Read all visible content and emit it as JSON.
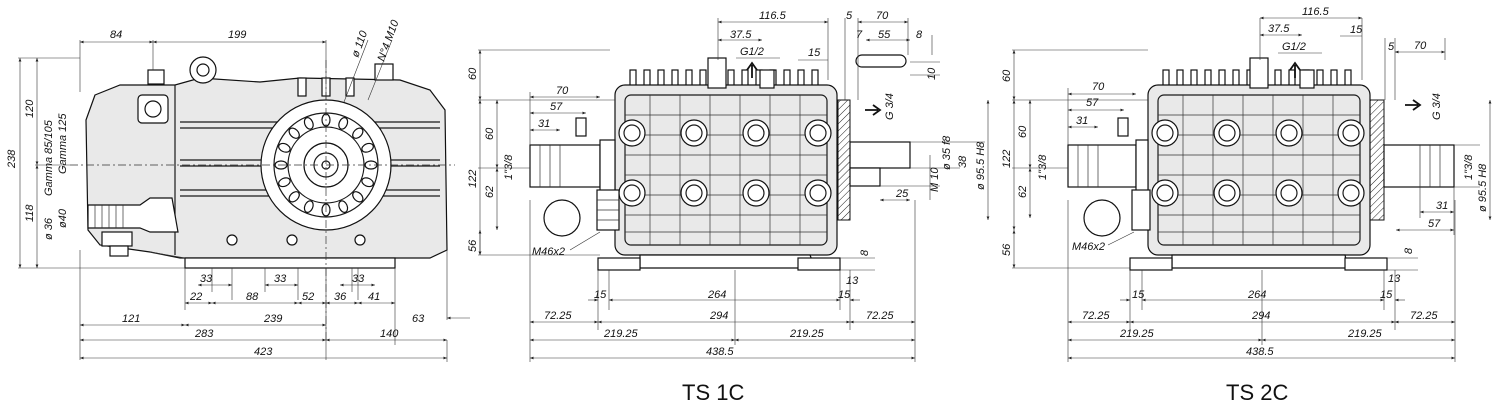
{
  "captions": {
    "ts1c": "TS 1C",
    "ts2c": "TS 2C"
  },
  "side_view": {
    "labels": {
      "d84": "84",
      "d199": "199",
      "dia110": "ø 110",
      "n4m10": "N°4 M10",
      "d238": "238",
      "d120": "120",
      "d118": "118",
      "gamma85": "Gamma 85/105",
      "gamma125": "Gamma 125",
      "dia36": "ø 36",
      "dia40": "ø40",
      "d33a": "33",
      "d33b": "33",
      "d33c": "33",
      "d22": "22",
      "d88": "88",
      "d52": "52",
      "d36": "36",
      "d41": "41",
      "d121": "121",
      "d239": "239",
      "d63": "63",
      "d283": "283",
      "d140": "140",
      "d423": "423"
    }
  },
  "ts1c": {
    "labels": {
      "d116_5": "116.5",
      "d5": "5",
      "d70": "70",
      "d37_5": "37.5",
      "d7": "7",
      "d55": "55",
      "d8": "8",
      "g12": "G1/2",
      "d15": "15",
      "d10": "10",
      "d60a": "60",
      "d70b": "70",
      "d57": "57",
      "d60b": "60",
      "d31": "31",
      "d122": "122",
      "d1_8": "1\"3/8",
      "d62": "62",
      "d56": "56",
      "g34": "G 3/4",
      "dia35": "ø 35 f8",
      "d38": "38",
      "m10": "M 10",
      "dia95": "ø 95.5 H8",
      "d25": "25",
      "m46": "M46x2",
      "d8b": "8",
      "d13": "13",
      "d15a": "15",
      "d264": "264",
      "d15b": "15",
      "d72a": "72.25",
      "d294": "294",
      "d72b": "72.25",
      "d219a": "219.25",
      "d219b": "219.25",
      "d438": "438.5"
    }
  },
  "ts2c": {
    "labels": {
      "d116_5": "116.5",
      "d37_5": "37.5",
      "g12": "G1/2",
      "d15": "15",
      "d5": "5",
      "d70": "70",
      "d60a": "60",
      "d70b": "70",
      "d57": "57",
      "d60b": "60",
      "d31": "31",
      "d122": "122",
      "d1_8": "1\"3/8",
      "d62": "62",
      "d56": "56",
      "m46": "M46x2",
      "g34": "G 3/4",
      "dia95": "ø 95.5 H8",
      "d1_8r": "1\"3/8",
      "d31r": "31",
      "d57r": "57",
      "d8": "8",
      "d13": "13",
      "d15a": "15",
      "d264": "264",
      "d15b": "15",
      "d72a": "72.25",
      "d294": "294",
      "d72b": "72.25",
      "d219a": "219.25",
      "d219b": "219.25",
      "d438": "438.5"
    }
  }
}
